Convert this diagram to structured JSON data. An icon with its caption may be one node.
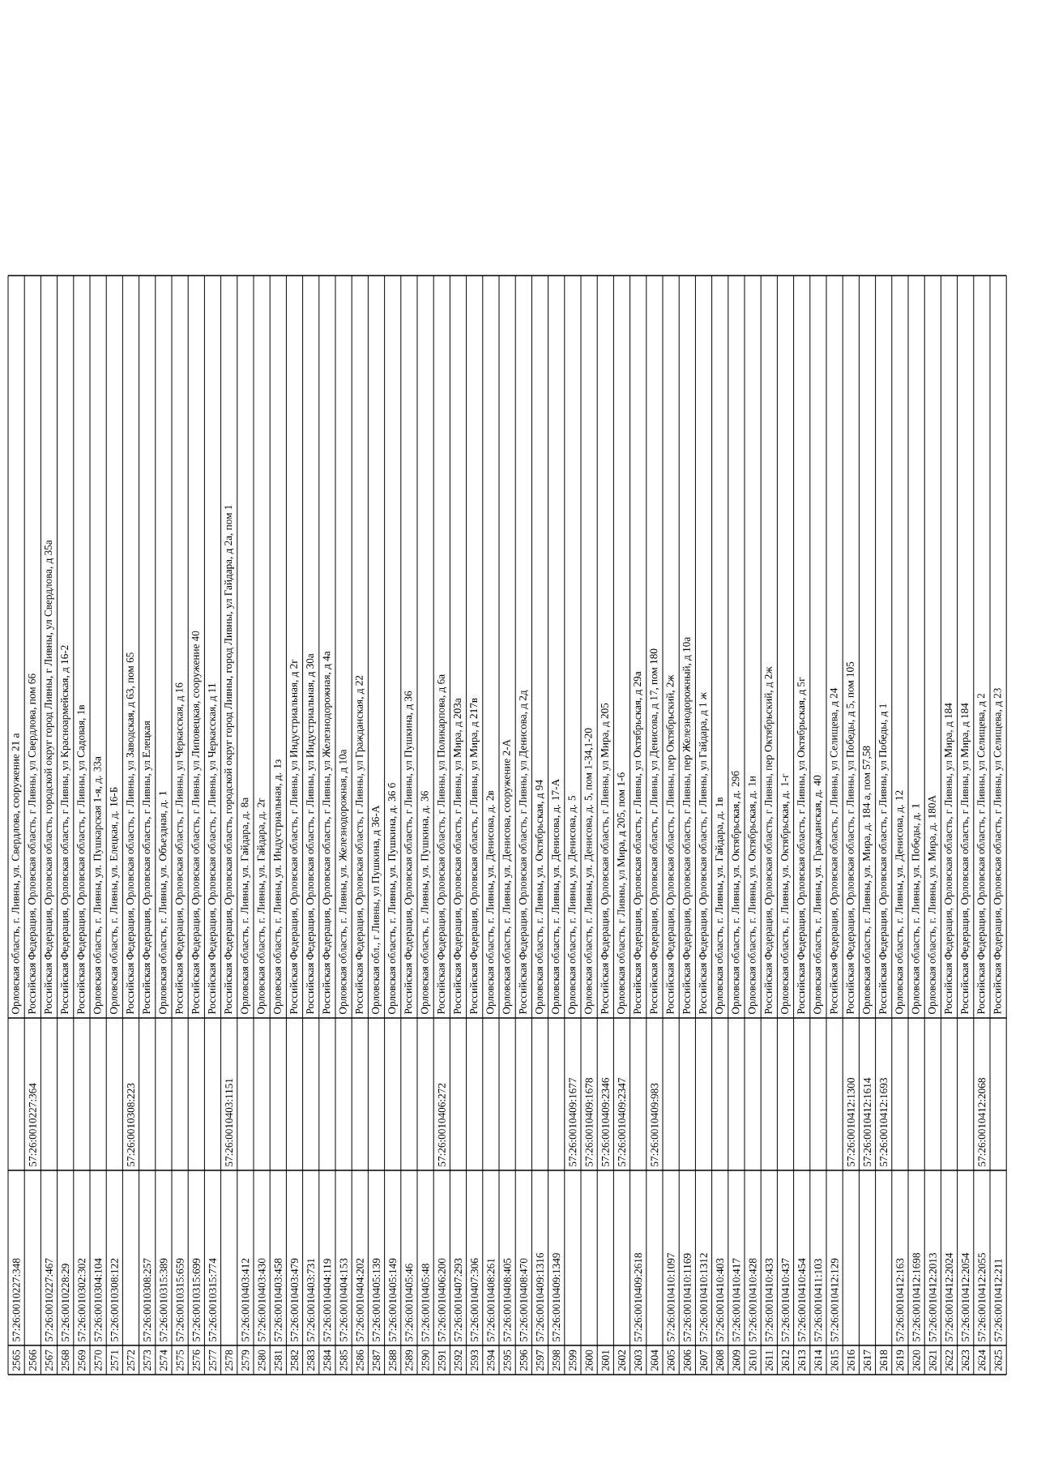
{
  "diagram": {
    "labels": [
      "2565",
      "57:26:0010227:348",
      "Орловская область, г. Ливны, ул. Свердлова, сооружение 21 а",
      "2566",
      "57:26:0010227:364",
      "Российская Федерация, Орловская область, г Ливны, ул Свердлова, пом 66",
      "2567",
      "57:26:0010227:467",
      "Российская Федерация, Орловская область, городской округ город Ливны, г Ливны, ул Свердлова, д 35а",
      "2568",
      "57:26:0010228:29",
      "Российская Федерация, Орловская область, г Ливны, ул Красноармейская, д 16-2",
      "2569",
      "57:26:0010302:302",
      "Российская Федерация, Орловская область, г Ливны, ул Садовая, 1в",
      "2570",
      "57:26:0010304:104",
      "Орловская область, г. Ливны, ул. Пушкарская 1-я, д. 33а",
      "2571",
      "57:26:0010308:122",
      "Орловская область, г. Ливны, ул. Елецкая, д. 16-Б",
      "2572",
      "57:26:0010308:223",
      "Российская Федерация, Орловская область, г Ливны, ул Заводская, д 63, пом 65",
      "2573",
      "57:26:0010308:257",
      "Российская Федерация, Орловская область, г Ливны, ул Елецкая",
      "2574",
      "57:26:0010315:389",
      "Орловская область, г. Ливны, ул. Объездная, д. 1",
      "2575",
      "57:26:0010315:659",
      "Российская Федерация, Орловская область, г Ливны, ул Черкасская, д 16",
      "2576",
      "57:26:0010315:699",
      "Российская Федерация, Орловская область, г Ливны, ул Липовецкая, сооружение 40",
      "2577",
      "57:26:0010315:774",
      "Российская Федерация, Орловская область, г Ливны, ул Черкасская, д 11",
      "2578",
      "57:26:0010403:1151",
      "Российская Федерация, Орловская область, городской округ город Ливны, город Ливны, ул Гайдара, д 2а, пом 1",
      "2579",
      "57:26:0010403:412",
      "Орловская область, г. Ливны, ул. Гайдара, д. 8а",
      "2580",
      "57:26:0010403:430",
      "Орловская область, г. Ливны, ул. Гайдара, д. 2г",
      "2581",
      "57:26:0010403:458",
      "Орловская область, г. Ливны, ул. Индустриальная, д. 1з",
      "2582",
      "57:26:0010403:479",
      "Российская Федерация, Орловская область, г Ливны, ул Индустриальная, д 2г",
      "2583",
      "57:26:0010403:731",
      "Российская Федерация, Орловская область, г Ливны, ул Индустриальная, д 30а",
      "2584",
      "57:26:0010404:119",
      "Российская Федерация, Орловская область, г Ливны, ул Железнодорожная, д 4а",
      "2585",
      "57:26:0010404:153",
      "Орловская область, г. Ливны, ул. Железнодорожная, д 10а",
      "2586",
      "57:26:0010404:202",
      "Российская Федерация, Орловская область, г Ливны, ул Гражданская, д 22",
      "2587",
      "57:26:0010405:139",
      "Орловская обл., г Ливны, ул Пушкина, д 36-А",
      "2588",
      "57:26:0010405:149",
      "Орловская область, г. Ливны, ул. Пушкина, д. 36 б",
      "2589",
      "57:26:0010405:46",
      "Российская Федерация, Орловская область, г Ливны, ул Пушкина, д 36",
      "2590",
      "57:26:0010405:48",
      "Орловская область, г. Ливны, ул. Пушкина, д. 36",
      "2591",
      "57:26:0010406:200",
      "57:26:0010406:272",
      "Российская Федерация, Орловская область, г Ливны, ул Поликарпова, д 6а",
      "2592",
      "57:26:0010407:293",
      "Российская Федерация, Орловская область, г Ливны, ул Мира, д 203а",
      "2593",
      "57:26:0010407:306",
      "Российская Федерация, Орловская область, г Ливны, ул Мира, д 217в",
      "2594",
      "57:26:0010408:261",
      "Орловская область, г. Ливны, ул. Денисова, д. 2в",
      "2595",
      "57:26:0010408:405",
      "Орловская область, г. Ливны, ул. Денисова, сооружение 2-А",
      "2596",
      "57:26:0010408:470",
      "Российская Федерация, Орловская область, г Ливны, ул Денисова, д 2д",
      "2597",
      "57:26:0010409:1316",
      "Орловская область, г. Ливны, ул. Октябрьская, д 94",
      "2598",
      "57:26:0010409:1349",
      "Орловская область, г. Ливны, ул. Денисова, д. 17-А",
      "2599",
      "57:26:0010409:1677",
      "Орловская область, г. Ливны, ул. Денисова, д. 5",
      "2600",
      "57:26:0010409:1678",
      "Орловская область, г. Ливны, ул. Денисова, д. 5, пом 1-34,1-20",
      "2601",
      "57:26:0010409:2346",
      "Российская Федерация, Орловская область, г Ливны, ул Мира, д 205",
      "2602",
      "57:26:0010409:2347",
      "Орловская область, г Ливны, ул Мира, д 205, пом 1-6",
      "2603",
      "57:26:0010409:2618",
      "Российская Федерация, Орловская область, г Ливны, ул Октябрьская, д 29а",
      "2604",
      "57:26:0010409:983",
      "Российская Федерация, Орловская область, г Ливны, ул Денисова, д 17, пом 180",
      "2605",
      "57:26:0010410:1097",
      "Российская Федерация, Орловская область, г Ливны, пер Октябрьский, 2ж",
      "2606",
      "57:26:0010410:1169",
      "Российская Федерация, Орловская область, г Ливны, пер Железнодорожный, д 10а",
      "2607",
      "57:26:0010410:1312",
      "Российская Федерация, Орловская область, г Ливны, ул Гайдара, д 1 ж",
      "2608",
      "57:26:0010410:403",
      "Орловская область, г. Ливны, ул. Гайдара, д. 1в",
      "2609",
      "57:26:0010410:417",
      "Орловская область, г. Ливны, ул. Октябрьская, д. 29б",
      "2610",
      "57:26:0010410:428",
      "Орловская область, г. Ливны, ул. Октябрьская, д. 1и",
      "2611",
      "57:26:0010410:433",
      "Российская Федерация, Орловская область, г Ливны, пер Октябрьский, д 2ж",
      "2612",
      "57:26:0010410:437",
      "Орловская область, г. Ливны, ул. Октябрьская, д. 1-г",
      "2613",
      "57:26:0010410:454",
      "Российская Федерация, Орловская область, г Ливны, ул Октябрьская, д 5г",
      "2614",
      "57:26:0010411:103",
      "Орловская область, г. Ливны, ул. Гражданская, д. 40",
      "2615",
      "57:26:0010412:129",
      "Российская Федерация, Орловская область, г Ливны, ул Селищева, д 24",
      "2616",
      "57:26:0010412:1300",
      "Российская Федерация, Орловская область, г Ливны, ул Победы, д 5, пом 105",
      "2617",
      "57:26:0010412:1614",
      "Орловская область, г. Ливны, ул. Мира, д. 184 а, пом 57,58",
      "2618",
      "57:26:0010412:1693",
      "Российская Федерация, Орловская область, г Ливны, ул Победы, д 1",
      "2619",
      "57:26:0010412:163",
      "Орловская область, г. Ливны, ул. Денисова, д. 12",
      "2620",
      "57:26:0010412:1698",
      "Орловская область, г. Ливны, ул. Победы, д. 1",
      "2621",
      "57:26:0010412:2013",
      "Орловская область, г. Ливны, ул. Мира, д. 180А",
      "2622",
      "57:26:0010412:2024",
      "Российская Федерация, Орловская область, г Ливны, ул Мира, д 184",
      "2623",
      "57:26:0010412:2054",
      "Российская Федерация, Орловская область, г Ливны, ул Мира, д 184",
      "2624",
      "57:26:0010412:2055",
      "57:26:0010412:2068",
      "Российская Федерация, Орловская область, г Ливны, ул Селищева, д 2",
      "2625",
      "57:26:0010412:211",
      "Российская Федерация, Орловская область, г Ливны, ул Селищева, д 23"
    ]
  }
}
